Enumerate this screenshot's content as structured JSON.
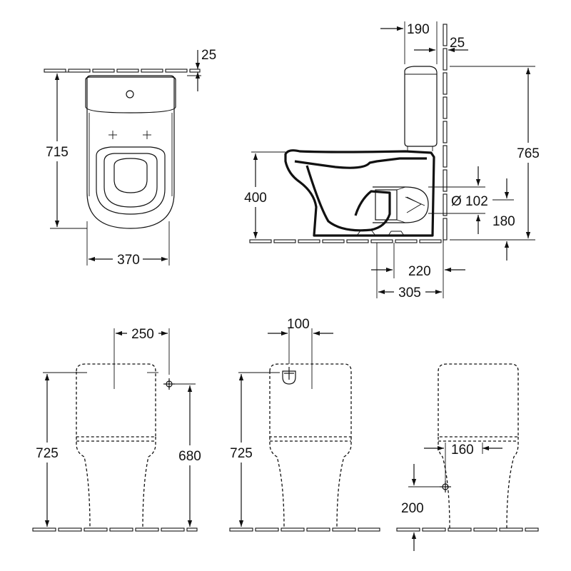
{
  "views": {
    "top": {
      "width": "370",
      "depth": "715",
      "wall_gap": "25"
    },
    "side": {
      "tank_depth": "190",
      "tank_wall_gap": "25",
      "height": "765",
      "seat_height": "400",
      "outlet_diameter": "Ø 102",
      "outlet_height": "180",
      "outlet_from_wall": "220",
      "foot_from_wall": "305"
    },
    "front": {
      "height": "725",
      "bolt_spacing": "250",
      "inlet_height": "680"
    },
    "back": {
      "height": "725",
      "inlet_offset": "100"
    },
    "right": {
      "inlet_offset": "160",
      "inlet_height": "200"
    }
  }
}
